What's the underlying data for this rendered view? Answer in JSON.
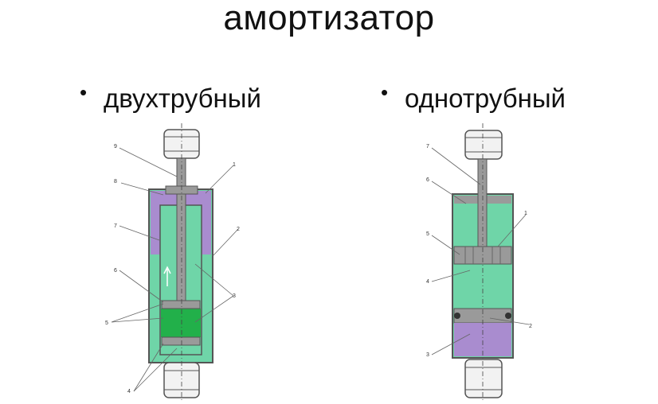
{
  "title": "амортизатор",
  "bullets": [
    {
      "label": "двухтрубный"
    },
    {
      "label": "однотрубный"
    }
  ],
  "left_diagram": {
    "callouts": [
      "9",
      "8",
      "1",
      "7",
      "2",
      "6",
      "3",
      "5",
      "4"
    ]
  },
  "right_diagram": {
    "callouts": [
      "7",
      "6",
      "1",
      "5",
      "4",
      "2",
      "3"
    ]
  },
  "colors": {
    "fluid": "#6fd5a8",
    "fluid_dark": "#22b04a",
    "gas": "#a98ccf",
    "body": "#9a9a9a",
    "outline": "#555555"
  }
}
